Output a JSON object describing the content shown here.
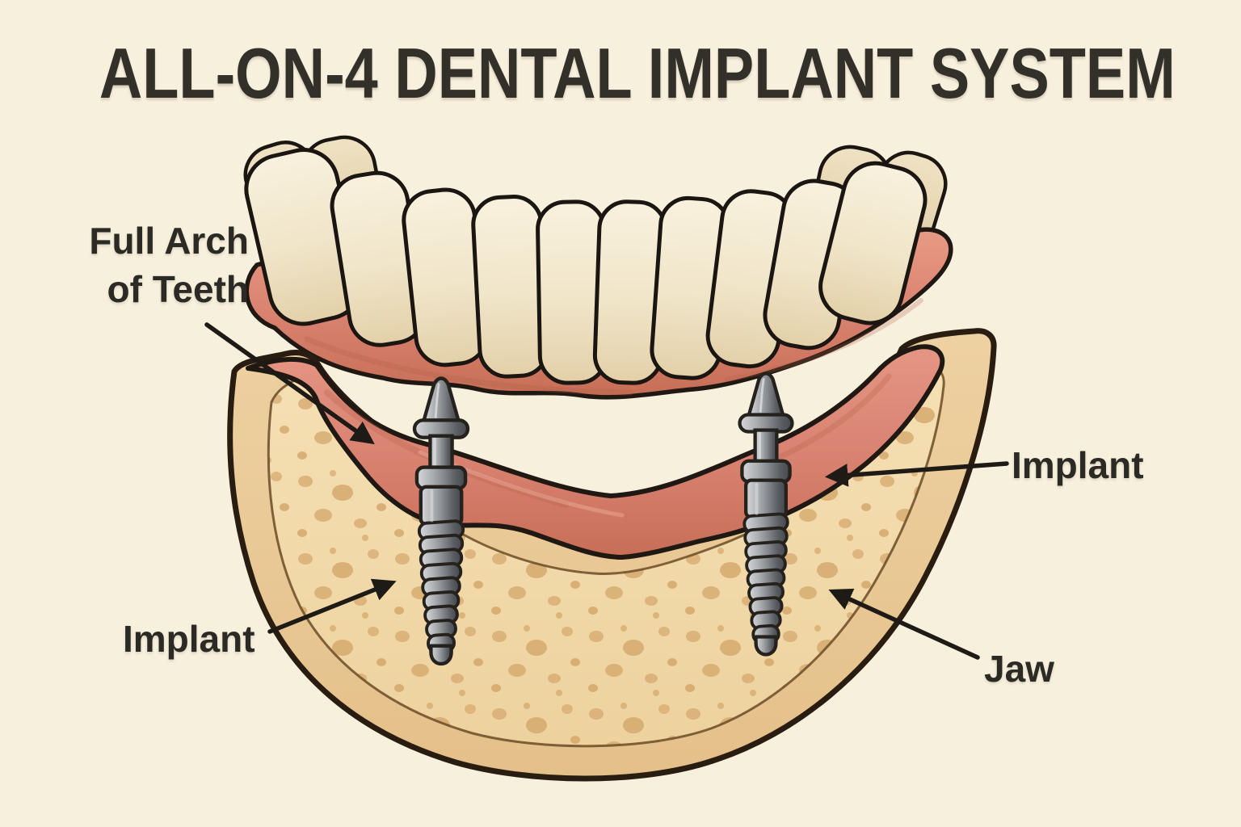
{
  "title": "ALL-ON-4 DENTAL IMPLANT SYSTEM",
  "labels": {
    "full_arch_line1": "Full Arch",
    "full_arch_line2": "of Teeth",
    "implant_right": "Implant",
    "implant_left": "Implant",
    "jaw": "Jaw"
  },
  "figure": {
    "subject": "All-on-4 dental implant system diagram",
    "visible_implants": 2,
    "parts_shown": [
      "full arch of teeth",
      "gum tissue",
      "jaw bone cross-section",
      "dental implants"
    ]
  },
  "colors": {
    "background": "#f7f0dd",
    "ink": "#2c2a25",
    "tooth": "#f2e9d2",
    "gum": "#d98270",
    "bone_outer": "#ebcb99",
    "bone_spongy": "#f3dcad",
    "implant_metal": "#8e9194",
    "outline": "#241d14"
  }
}
